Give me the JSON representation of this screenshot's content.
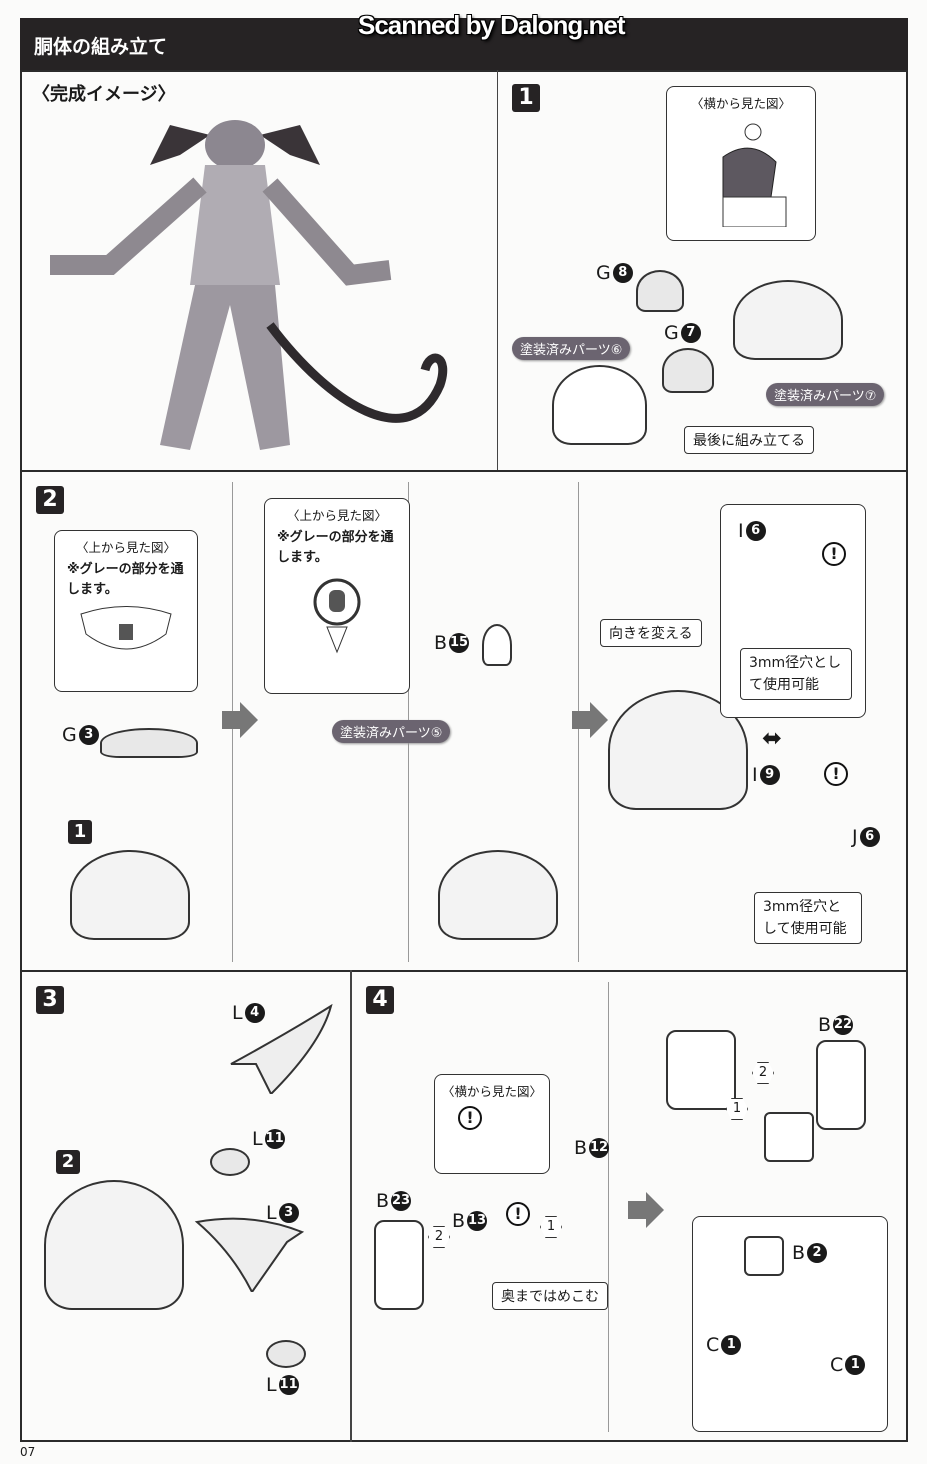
{
  "header": {
    "title": "胴体の組み立て",
    "watermark": "Scanned by Dalong.net"
  },
  "complete": {
    "heading": "〈完成イメージ〉"
  },
  "step1": {
    "number": "1",
    "callout": "〈横から見た図〉",
    "parts": [
      {
        "letter": "G",
        "num": "8"
      },
      {
        "letter": "G",
        "num": "7"
      }
    ],
    "painted6": "塗装済みパーツ⑥",
    "painted7": "塗装済みパーツ⑦",
    "last": "最後に組み立てる"
  },
  "step2": {
    "number": "2",
    "callout_a": {
      "title": "〈上から見た図〉",
      "note": "※グレーの部分を通します。"
    },
    "part_g3": {
      "letter": "G",
      "num": "3"
    },
    "ref1": "1",
    "callout_b": {
      "title": "〈上から見た図〉",
      "note": "※グレーの部分を通します。"
    },
    "part_b15": {
      "letter": "B",
      "num": "15"
    },
    "painted5": "塗装済みパーツ⑤",
    "direction": "向きを変える",
    "part_i6": {
      "letter": "I",
      "num": "6"
    },
    "hole_a": "3mm径穴として使用可能",
    "part_i9": {
      "letter": "I",
      "num": "9"
    },
    "part_j6": {
      "letter": "J",
      "num": "6"
    },
    "hole_b": "3mm径穴として使用可能",
    "warn": "!"
  },
  "step3": {
    "number": "3",
    "ref2": "2",
    "parts": [
      {
        "letter": "L",
        "num": "4"
      },
      {
        "letter": "L",
        "num": "11"
      },
      {
        "letter": "L",
        "num": "3"
      },
      {
        "letter": "L",
        "num": "11"
      }
    ]
  },
  "step4": {
    "number": "4",
    "callout": "〈横から見た図〉",
    "parts": {
      "b12": {
        "letter": "B",
        "num": "12"
      },
      "b23": {
        "letter": "B",
        "num": "23"
      },
      "b13": {
        "letter": "B",
        "num": "13"
      },
      "b22": {
        "letter": "B",
        "num": "22"
      },
      "b2": {
        "letter": "B",
        "num": "2"
      },
      "c1a": {
        "letter": "C",
        "num": "1"
      },
      "c1b": {
        "letter": "C",
        "num": "1"
      }
    },
    "seq1": "1",
    "seq2": "2",
    "press": "奥まではめこむ",
    "warn": "!"
  },
  "footer": {
    "page": "07"
  }
}
